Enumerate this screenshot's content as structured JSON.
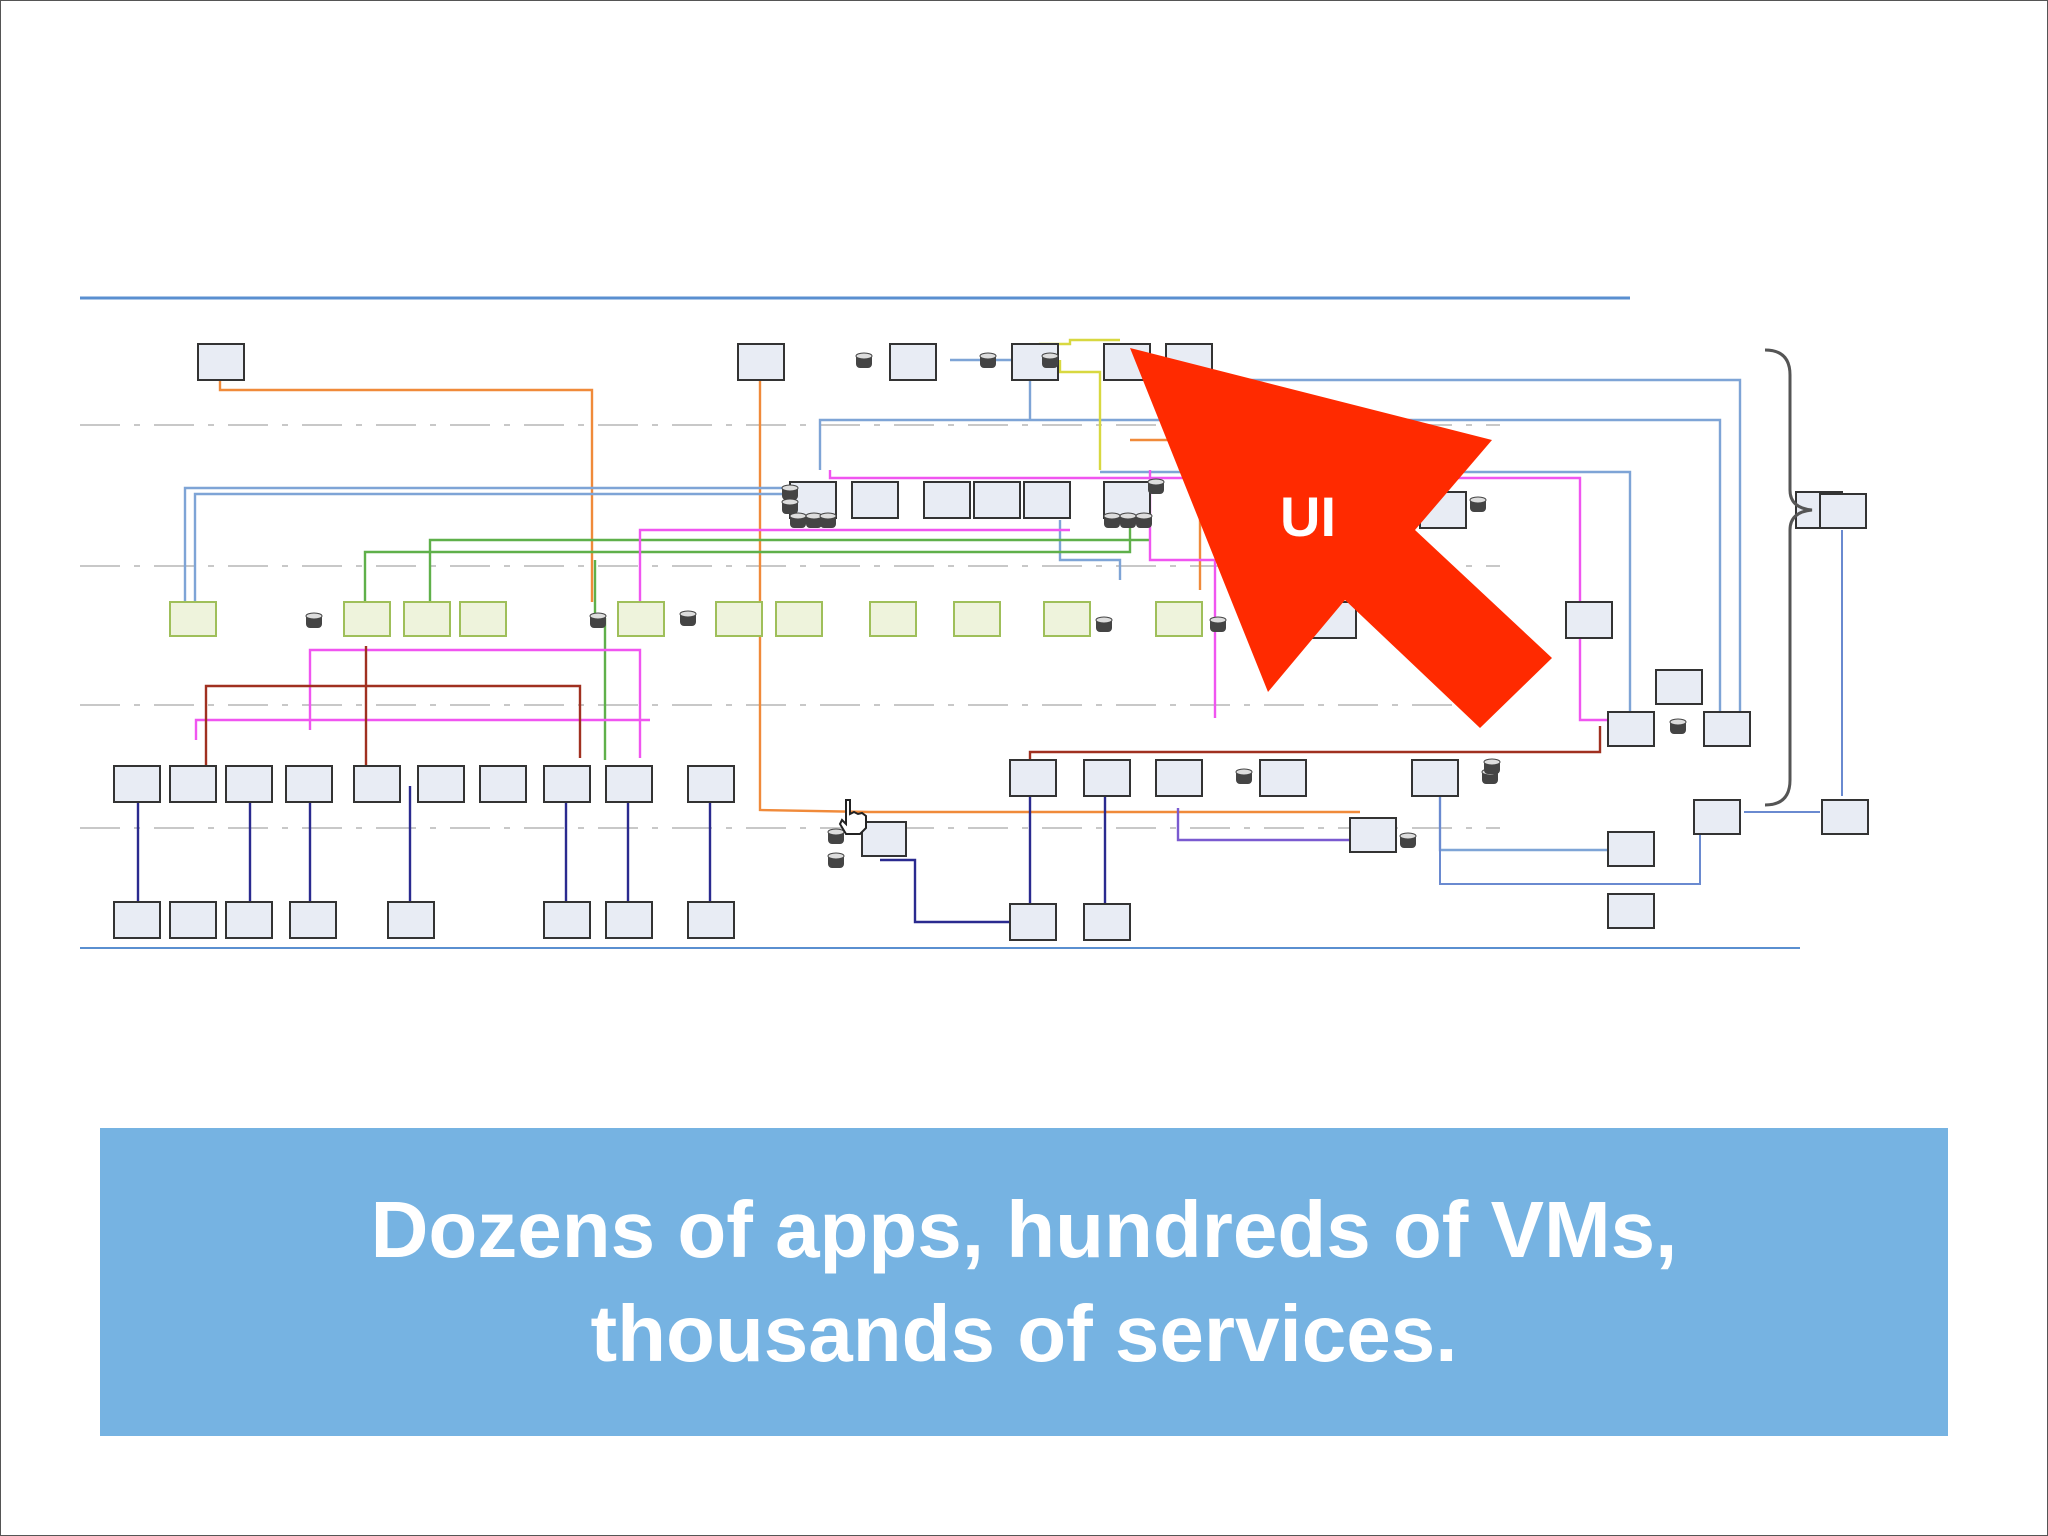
{
  "caption": {
    "line1": "Dozens of apps, hundreds of VMs,",
    "line2": "thousands of services."
  },
  "callout": {
    "label": "UI",
    "color": "#ff2a00"
  },
  "colors": {
    "caption_background": "#76b3e2",
    "box_fill": "#e8ecf4",
    "box_stroke": "#333333",
    "service_fill": "#eef3dc",
    "service_stroke": "#9fbf5a",
    "line_blue": "#7ea4d6",
    "line_orange": "#f08a3a",
    "line_magenta": "#f055f0",
    "line_green": "#5fb04a",
    "line_darkred": "#a03020",
    "line_navy": "#2a2a8f",
    "line_yellow": "#d8d840",
    "line_purple": "#7a5ad0"
  }
}
